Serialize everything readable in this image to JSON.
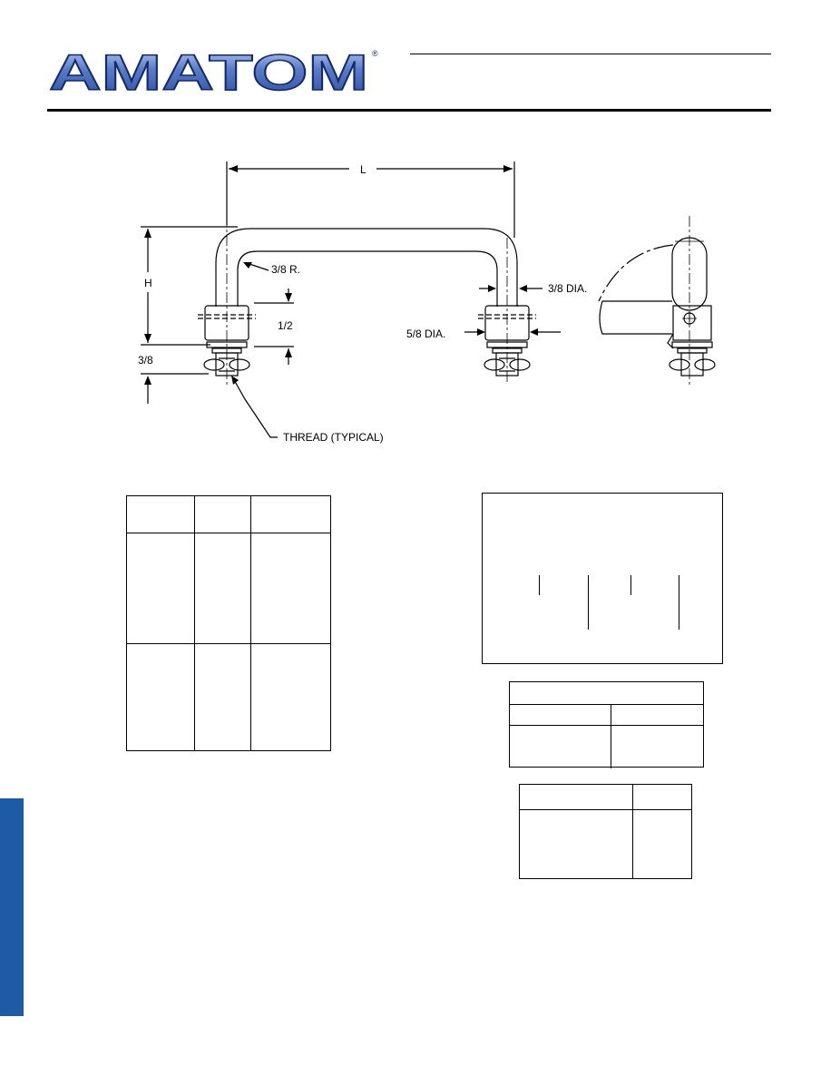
{
  "brand": {
    "name": "AMATOM",
    "registered_mark": "®",
    "colors": {
      "logo_fill": "#3f63b6",
      "logo_highlight": "#b9c8ec",
      "logo_outline": "#12296b",
      "side_tab": "#1f5aa6"
    }
  },
  "drawing": {
    "labels": {
      "length": "L",
      "height": "H",
      "bend_radius": "3/8 R.",
      "rod_diameter": "3/8 DIA.",
      "base_diameter": "5/8 DIA.",
      "half_inch": "1/2",
      "thread_length": "3/8",
      "thread_note": "THREAD (TYPICAL)"
    }
  }
}
